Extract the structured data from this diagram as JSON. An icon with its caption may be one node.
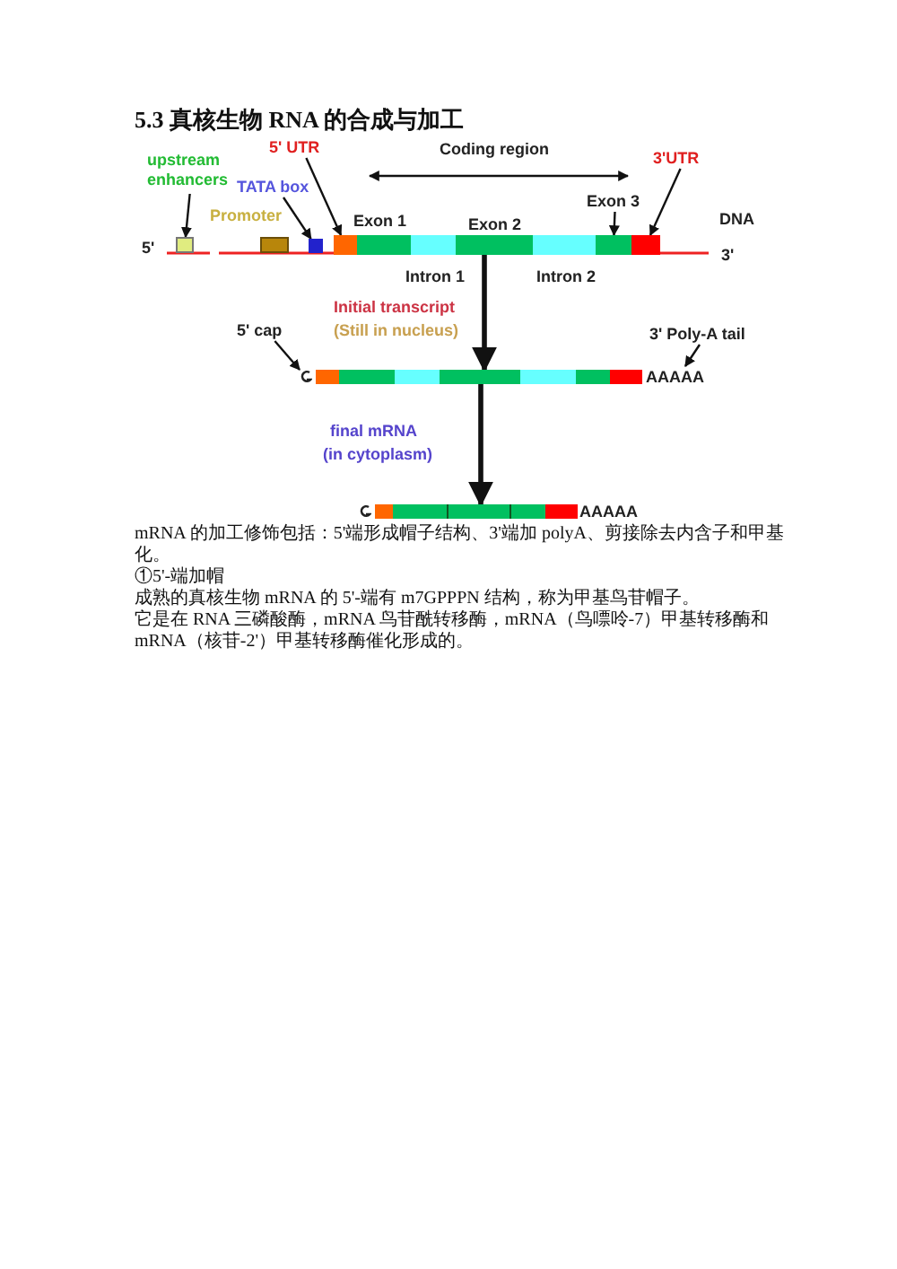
{
  "diagram": {
    "title": "5.3 真核生物 RNA 的合成与加工",
    "nodes": [
      {
        "text": [
          "upstream enhancers"
        ]
      },
      {
        "text": [],
        "shape": "box"
      },
      {
        "text": [],
        "shape": "box",
        "beside": [
          "Promoter"
        ]
      },
      {
        "text": [
          "TATA box"
        ]
      },
      {
        "text": [],
        "shape": "box"
      },
      {
        "text": [
          "5' UTR"
        ]
      },
      {
        "text": [
          "3'UTR"
        ]
      },
      {
        "text": [
          "Exon 3"
        ]
      },
      {
        "text": [],
        "shape": "bar"
      },
      {
        "text": [],
        "shape": "bar",
        "in": 8
      },
      {
        "text": [],
        "shape": "bar",
        "in": 8,
        "beside": [
          "Exon 1"
        ]
      },
      {
        "text": [],
        "shape": "bar",
        "in": 8,
        "beside": [
          "Intron 1"
        ]
      },
      {
        "text": [],
        "shape": "bar",
        "in": 8,
        "beside": [
          "Exon 2"
        ]
      },
      {
        "text": [],
        "shape": "bar",
        "in": 8,
        "beside": [
          "Intron 2"
        ]
      },
      {
        "text": [],
        "shape": "bar",
        "in": 8
      },
      {
        "text": [],
        "shape": "bar",
        "in": 8
      },
      {
        "text": [
          "5' cap"
        ]
      },
      {
        "text": [
          "3' Poly-A tail"
        ]
      },
      {
        "text": [],
        "shape": "picture"
      },
      {
        "text": [],
        "shape": "bar"
      },
      {
        "text": [
          "AAAAA"
        ]
      },
      {
        "text": [],
        "shape": "picture"
      },
      {
        "text": [],
        "shape": "bar"
      },
      {
        "text": [
          "AAAAA"
        ]
      }
    ],
    "edges": [
      {
        "from": 0,
        "to": 1,
        "arrow": "to"
      },
      {
        "from": 3,
        "to": 4,
        "arrow": "to"
      },
      {
        "from": 5,
        "to": 9,
        "arrow": "to"
      },
      {
        "from": 6,
        "to": 15,
        "arrow": "to"
      },
      {
        "from": 7,
        "to": 14,
        "arrow": "to"
      },
      {
        "from": 8,
        "to": 19,
        "arrow": "to",
        "style": "thick"
      },
      {
        "from": 16,
        "to": 18,
        "arrow": "to"
      },
      {
        "from": 17,
        "to": 20,
        "arrow": "to"
      },
      {
        "from": 19,
        "to": 22,
        "arrow": "to",
        "style": "thick"
      }
    ],
    "labels": [
      "Coding region",
      "5'",
      "DNA",
      "3'",
      "Initial transcript",
      "(Still in nucleus)",
      "final mRNA",
      "(in cytoplasm)",
      "mRNA 的加工修饰包括：5'端形成帽子结构、3'端加 polyA、剪接除去内含子和甲基化。",
      "①5'-端加帽",
      "成熟的真核生物 mRNA 的 5'-端有 m7GPPPN 结构，称为甲基鸟苷帽子。",
      "它是在 RNA 三磷酸酶，mRNA 鸟苷酰转移酶，mRNA（鸟嘌呤-7）甲基转移酶和 mRNA（核苷-2'）甲基转移酶催化形成的。"
    ]
  }
}
